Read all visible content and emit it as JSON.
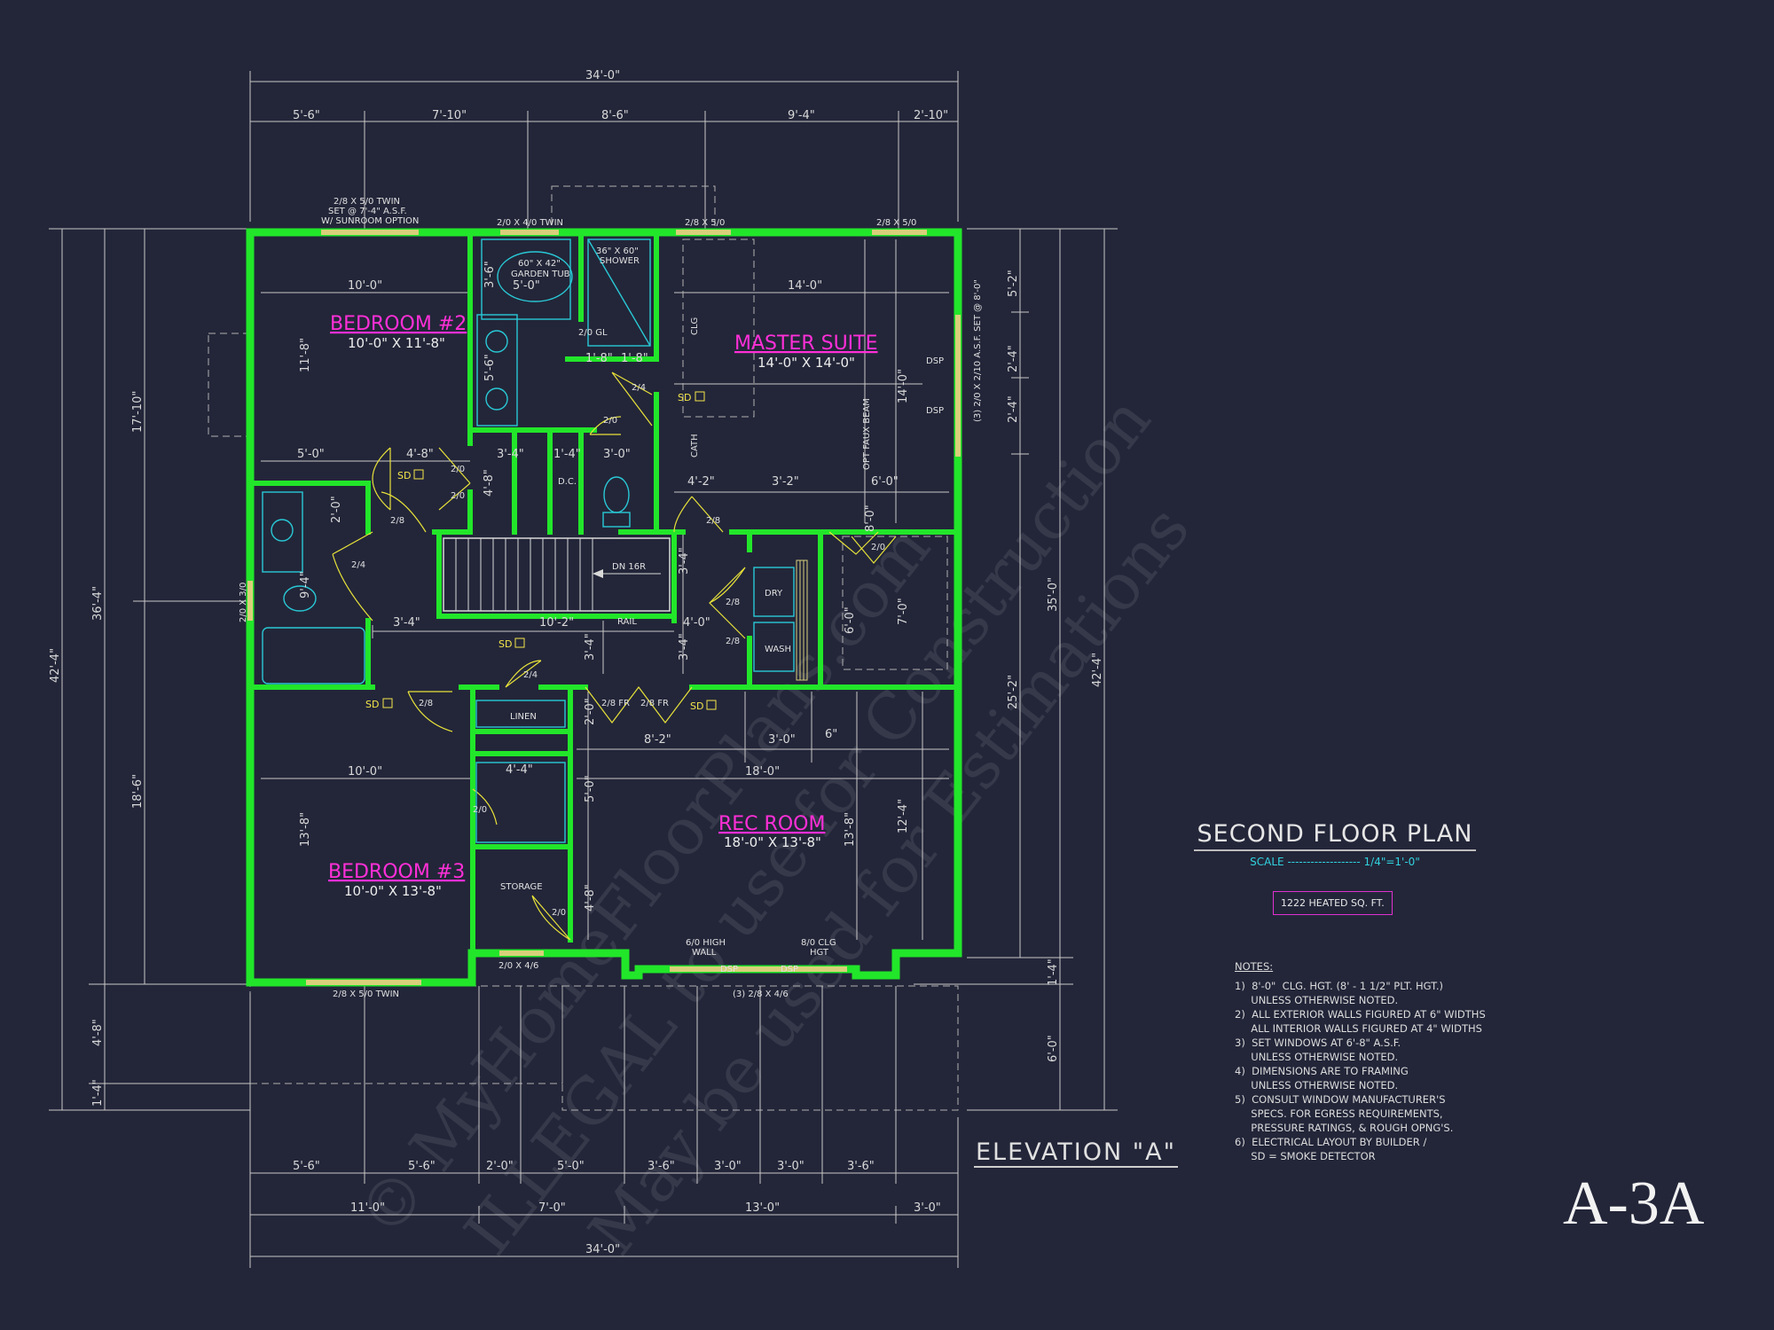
{
  "sheet": {
    "title": "SECOND FLOOR PLAN",
    "scale": "SCALE ------------------- 1/4\"=1'-0\"",
    "heated_area": "1222 HEATED SQ. FT.",
    "elevation": "ELEVATION \"A\"",
    "sheet_number": "A-3A"
  },
  "notes": {
    "title": "NOTES:",
    "items": [
      "1)  8'-0\"  CLG. HGT. (8' - 1 1/2\" PLT. HGT.)\n     UNLESS OTHERWISE NOTED.",
      "2)  ALL EXTERIOR WALLS FIGURED AT 6\" WIDTHS\n     ALL INTERIOR WALLS FIGURED AT 4\" WIDTHS",
      "3)  SET WINDOWS AT 6'-8\" A.S.F.\n     UNLESS OTHERWISE NOTED.",
      "4)  DIMENSIONS ARE TO FRAMING\n     UNLESS OTHERWISE NOTED.",
      "5)  CONSULT WINDOW MANUFACTURER'S\n     SPECS. FOR EGRESS REQUIREMENTS,\n     PRESSURE RATINGS, & ROUGH OPNG'S.",
      "6)  ELECTRICAL LAYOUT BY BUILDER /\n     SD = SMOKE DETECTOR"
    ]
  },
  "rooms": {
    "bedroom2": {
      "name": "BEDROOM #2",
      "size": "10'-0\" X 11'-8\""
    },
    "master": {
      "name": "MASTER SUITE",
      "size": "14'-0\" X 14'-0\""
    },
    "bedroom3": {
      "name": "BEDROOM #3",
      "size": "10'-0\" X 13'-8\""
    },
    "rec": {
      "name": "REC ROOM",
      "size": "18'-0\" X 13'-8\""
    }
  },
  "dims": {
    "top_overall": "34'-0\"",
    "top_segments": [
      "5'-6\"",
      "7'-10\"",
      "8'-6\"",
      "9'-4\"",
      "2'-10\""
    ],
    "bottom_row1": [
      "5'-6\"",
      "5'-6\"",
      "2'-0\"",
      "5'-0\"",
      "3'-6\"",
      "3'-0\"",
      "3'-0\"",
      "3'-6\""
    ],
    "bottom_row2": [
      "11'-0\"",
      "7'-0\"",
      "13'-0\"",
      "3'-0\""
    ],
    "bottom_overall": "34'-0\"",
    "left": [
      "42'-4\"",
      "36'-4\"",
      "17'-10\"",
      "18'-6\"",
      "4'-8\"",
      "1'-4\""
    ],
    "right": [
      "5'-2\"",
      "2'-4\"",
      "2'-4\"",
      "35'-0\"",
      "25'-2\"",
      "42'-4\"",
      "1'-4\"",
      "6'-0\""
    ],
    "interior": [
      "10'-0\"",
      "11'-8\"",
      "5'-0\"",
      "4'-8\"",
      "3'-4\"",
      "1'-4\"",
      "3'-0\"",
      "5'-0\"",
      "3'-6\"",
      "5'-6\"",
      "1'-8\"",
      "1'-8\"",
      "14'-0\"",
      "14'-0\"",
      "4'-2\"",
      "3'-2\"",
      "6'-0\"",
      "2'-0\"",
      "3'-4\"",
      "10'-2\"",
      "4'-0\"",
      "3'-4\"",
      "3'-4\"",
      "6'-0\"",
      "7'-0\"",
      "8'-0\"",
      "2'-0\"",
      "8'-2\"",
      "3'-0\"",
      "6\"",
      "10'-0\"",
      "18'-0\"",
      "13'-8\"",
      "4'-4\"",
      "5'-0\"",
      "4'-8\"",
      "13'-8\"",
      "12'-4\"",
      "9'-4\"",
      "4'-8\"",
      "3'-4\""
    ]
  },
  "labels": {
    "win_bed2": [
      "2/8 X 5/0 TWIN",
      "SET @ 7'-4\" A.S.F.",
      "W/ SUNROOM OPTION"
    ],
    "win_bath": "2/0 X 4/0 TWIN",
    "win_master": "2/8 X 5/0",
    "win_master2": "2/8 X 5/0",
    "tub": [
      "60\" X 42\"",
      "GARDEN TUB"
    ],
    "shower": [
      "36\" X 60\"",
      "SHOWER"
    ],
    "gl": "2/0\nGL",
    "clg": "CLG",
    "cath": "CATH",
    "faux_beam": "OPT FAUX BEAM",
    "dsp": "DSP",
    "right_win": "(3) 2/0 X 2/10 A.S.F.\nSET @ 8'-0\"",
    "dc": "D.C.",
    "dn": "DN 16R",
    "rail": "RAIL",
    "dry": "DRY",
    "wash": "WASH",
    "linen": "LINEN",
    "storage": "STORAGE",
    "high_wall": [
      "6/0 HIGH",
      "WALL"
    ],
    "clg_hgt": [
      "8/0 CLG",
      "HGT"
    ],
    "win_bottom_twin": "2/8 X 5/0 TWIN",
    "win_bottom_bath": "2/0 X 4/6",
    "win_bottom_rec": "(3) 2/8 X 4/6",
    "win_left": "2/0 X 3/0",
    "sd": "SD",
    "doors": [
      "2/4",
      "2/0",
      "2/0",
      "2/0",
      "2/8",
      "2/4",
      "2/8",
      "2/8",
      "2/8",
      "2/0",
      "2/4",
      "2/8",
      "2/8 FR",
      "2/8 FR",
      "2/0",
      "2/0"
    ]
  },
  "watermark": {
    "lines": [
      "© MyHomeFloorPlans.com",
      "ILLEGAL to use for Construction",
      "May be used for Estimations"
    ]
  }
}
